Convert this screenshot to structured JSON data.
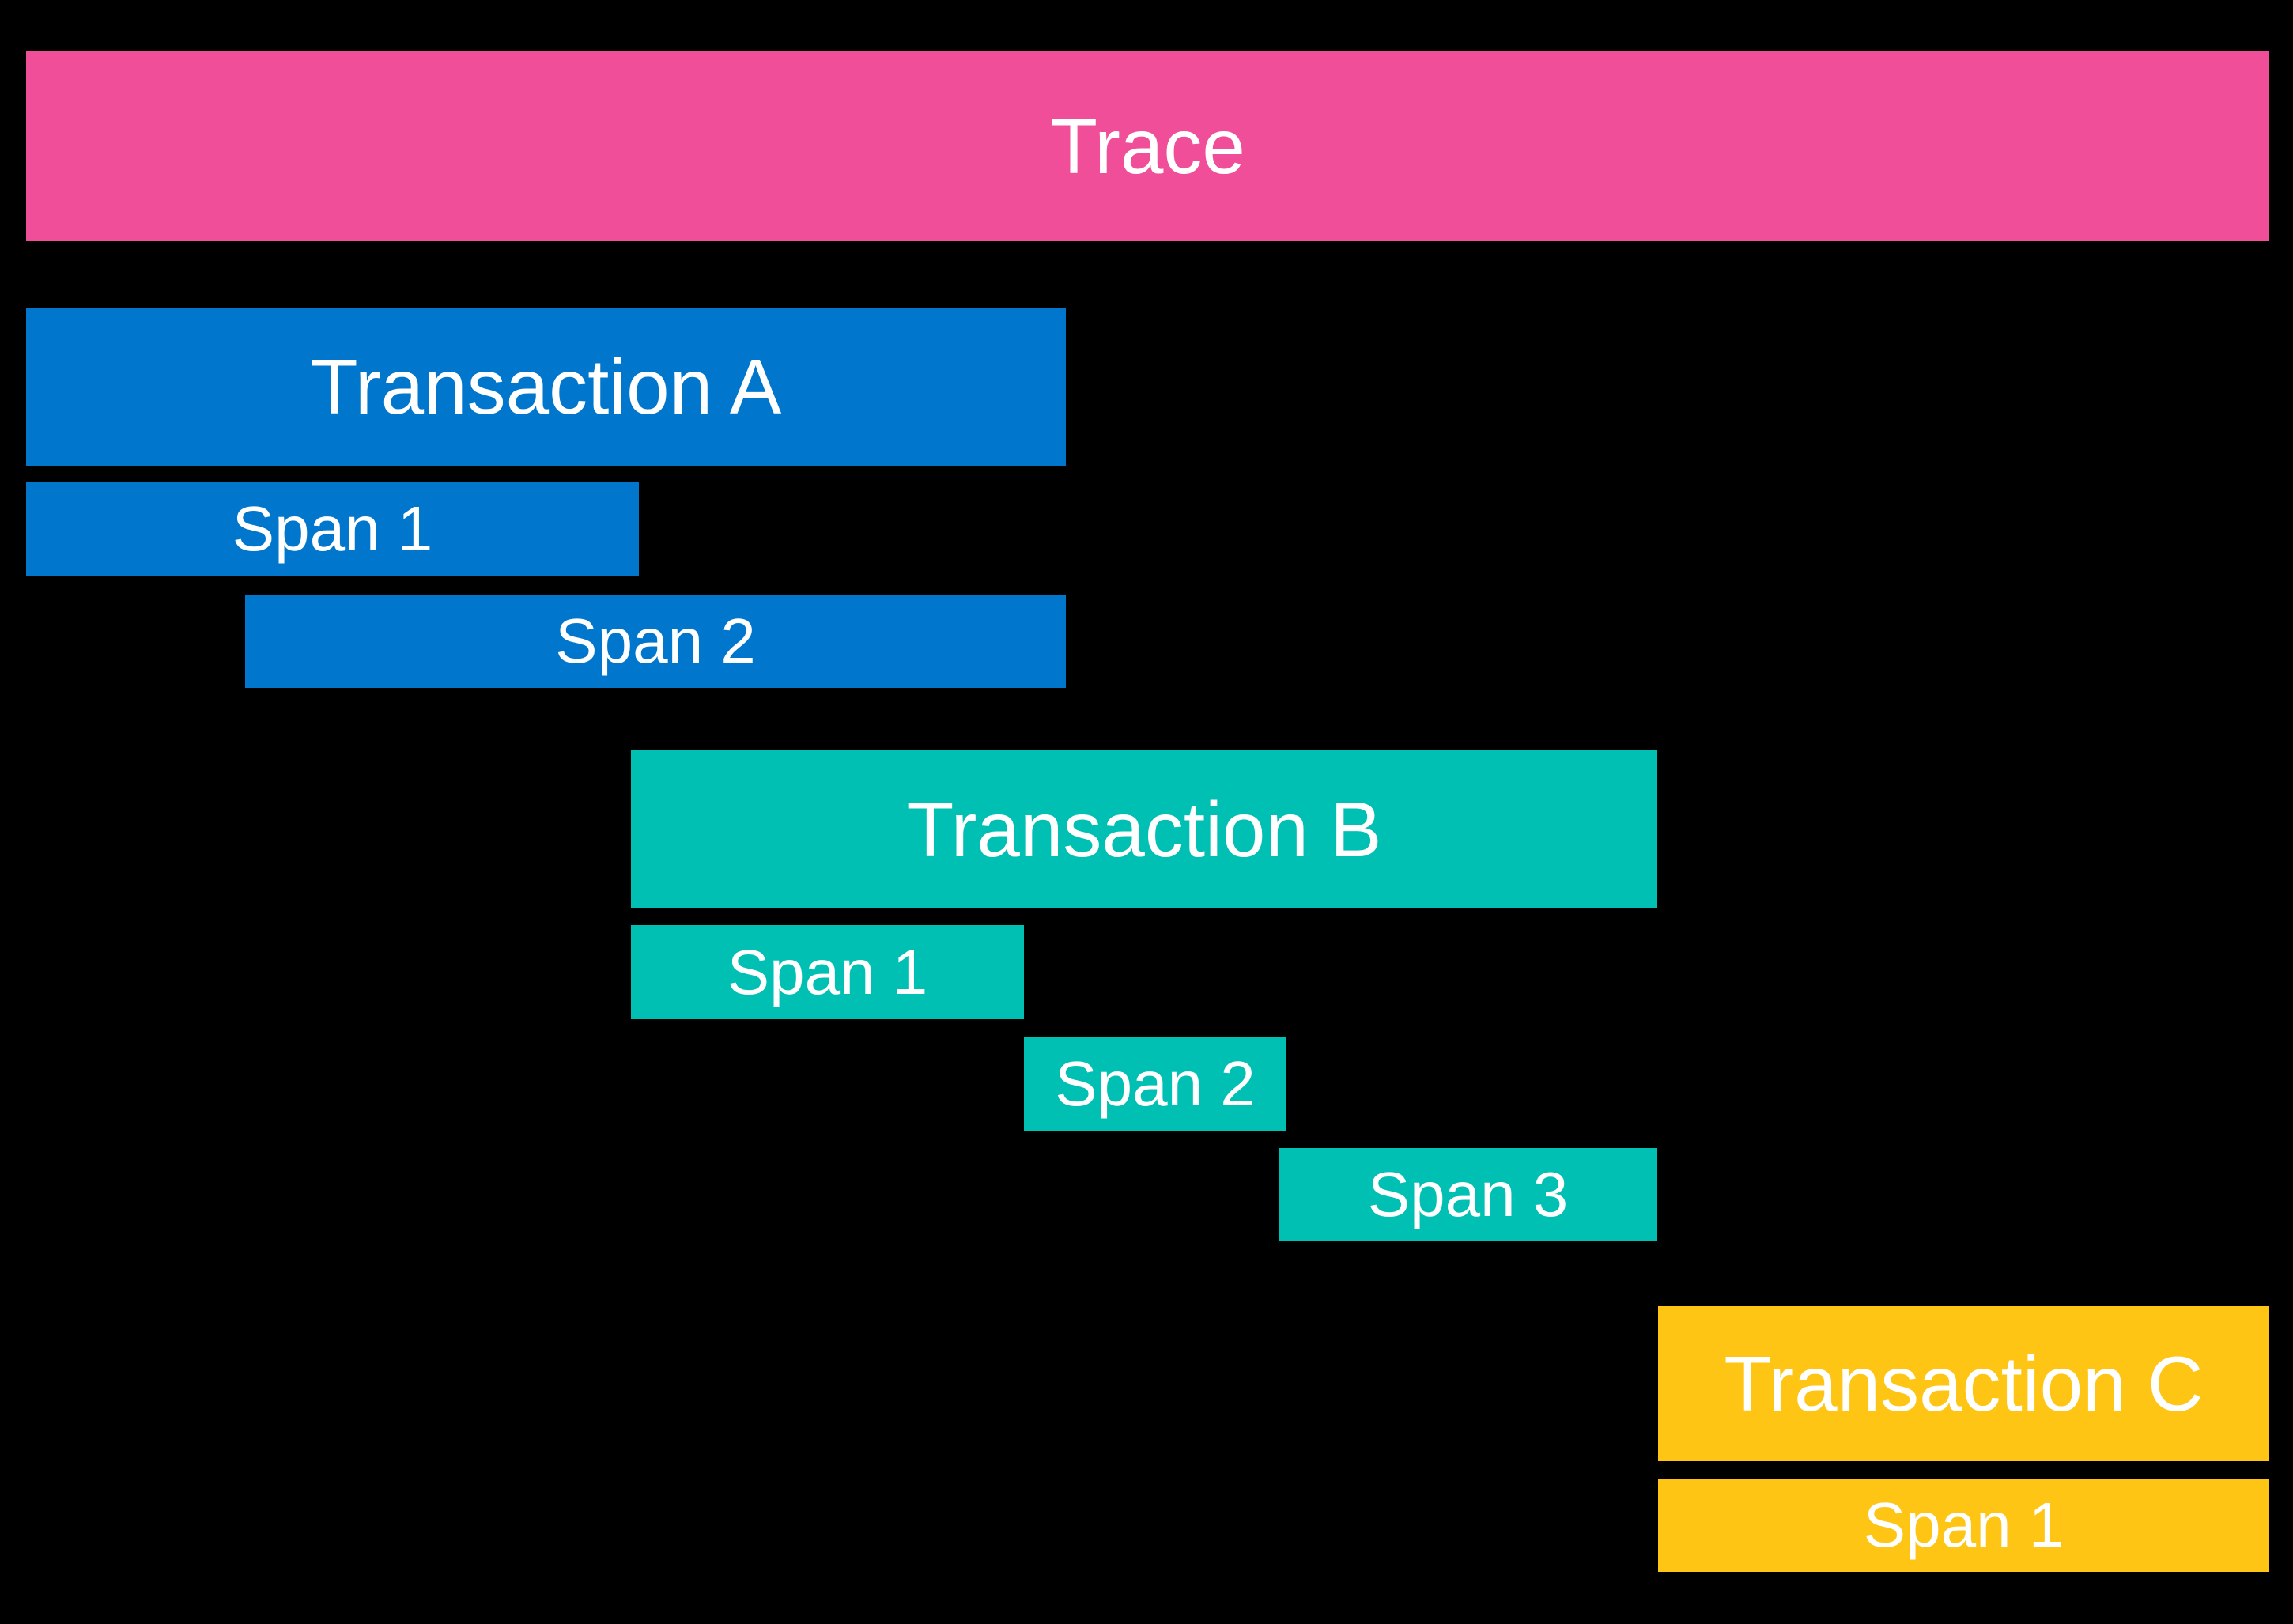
{
  "diagram": {
    "background_color": "#000000",
    "text_color": "#FFFFFF",
    "trace": {
      "label": "Trace",
      "color": "#F04E98"
    },
    "transactions": [
      {
        "label": "Transaction A",
        "color": "#0077CC",
        "spans": [
          {
            "label": "Span 1"
          },
          {
            "label": "Span 2"
          }
        ]
      },
      {
        "label": "Transaction B",
        "color": "#00BFB3",
        "spans": [
          {
            "label": "Span 1"
          },
          {
            "label": "Span 2"
          },
          {
            "label": "Span 3"
          }
        ]
      },
      {
        "label": "Transaction C",
        "color": "#FEC514",
        "spans": [
          {
            "label": "Span 1"
          }
        ]
      }
    ]
  }
}
